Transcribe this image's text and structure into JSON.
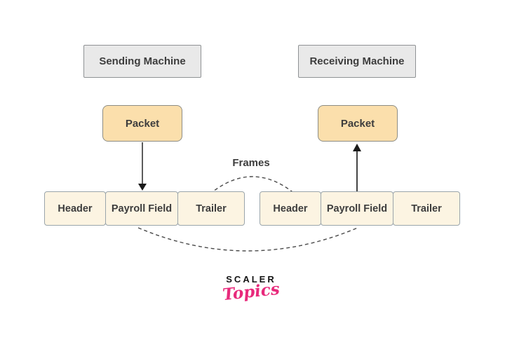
{
  "machines": {
    "sending": "Sending Machine",
    "receiving": "Receiving Machine"
  },
  "packets": {
    "left": "Packet",
    "right": "Packet"
  },
  "frames": {
    "caption": "Frames",
    "left": [
      "Header",
      "Payroll Field",
      "Trailer"
    ],
    "right": [
      "Header",
      "Payroll Field",
      "Trailer"
    ]
  },
  "logo": {
    "brand": "SCALER",
    "sub": "Topics"
  },
  "colors": {
    "background": "#ffffff",
    "machine_fill": "#e9e9e9",
    "machine_border": "#8f9294",
    "packet_fill": "#fbdfac",
    "packet_border": "#8d8d85",
    "frame_fill": "#fcf4e2",
    "frame_border": "#9aa5ab",
    "arrow": "#2f2f2f",
    "dashed_line": "#4a4a4a",
    "label_text": "#3d3d3d",
    "logo_black": "#141414",
    "logo_pink": "#e82a7c"
  }
}
